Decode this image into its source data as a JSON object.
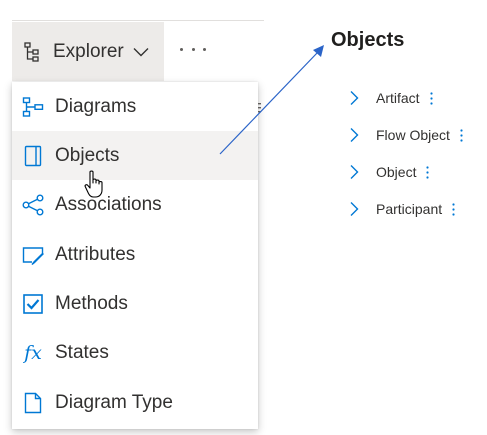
{
  "toolbar": {
    "explorer_label": "Explorer",
    "explorer_icon": "tree-hierarchy-icon",
    "more_icon": "ellipsis-icon"
  },
  "menu": {
    "items": [
      {
        "label": "Diagrams",
        "icon": "diagram-icon"
      },
      {
        "label": "Objects",
        "icon": "object-icon",
        "hovered": true
      },
      {
        "label": "Associations",
        "icon": "associations-icon"
      },
      {
        "label": "Attributes",
        "icon": "attribute-edit-icon"
      },
      {
        "label": "Methods",
        "icon": "checkbox-checked-icon"
      },
      {
        "label": "States",
        "icon": "fx-icon"
      },
      {
        "label": "Diagram Type",
        "icon": "document-icon"
      }
    ]
  },
  "panel": {
    "title": "Objects",
    "items": [
      {
        "label": "Artifact"
      },
      {
        "label": "Flow Object"
      },
      {
        "label": "Object"
      },
      {
        "label": "Participant"
      }
    ]
  },
  "colors": {
    "accent": "#0078d4",
    "hover_bg": "#f3f2f1",
    "button_bg": "#edebe9",
    "text": "#323130",
    "arrow": "#2b64c8"
  }
}
